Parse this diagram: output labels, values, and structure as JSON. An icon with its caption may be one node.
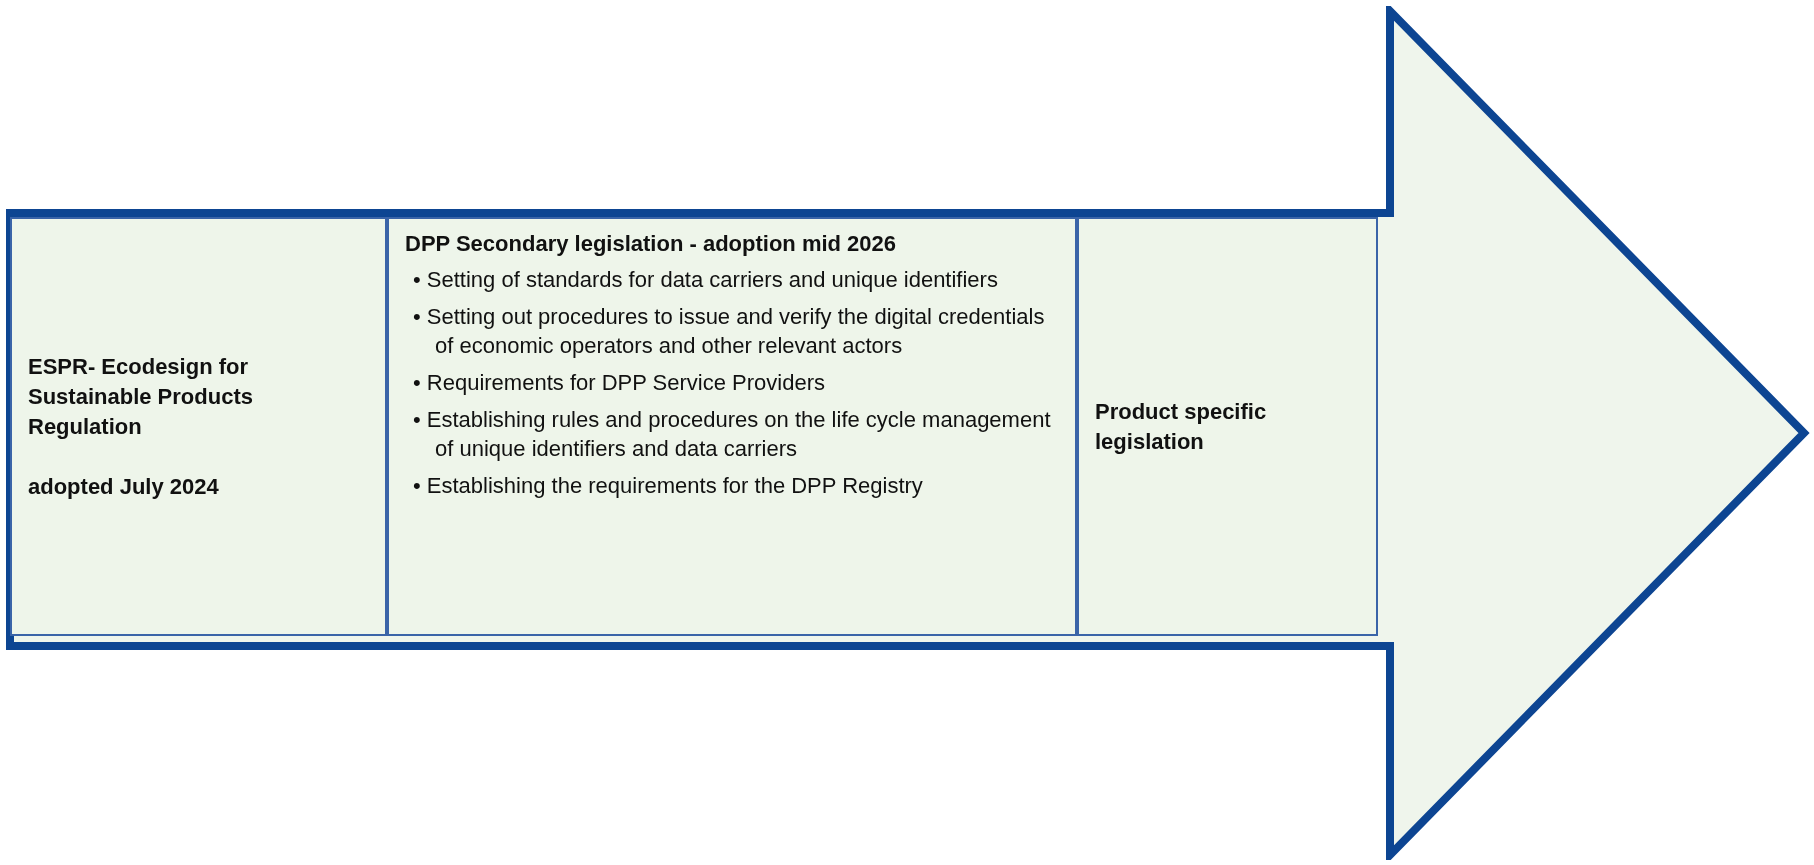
{
  "diagram": {
    "nodes": [
      {
        "text": [],
        "shape": "arrow"
      },
      {
        "text": [
          "ESPR- Ecodesign for Sustainable Products Regulation",
          "adopted July 2024"
        ],
        "in": 0
      },
      {
        "text": [
          "DPP Secondary legislation - adoption mid 2026",
          "• Setting of standards for data carriers and unique identifiers",
          "• Setting out procedures to issue and verify the digital credentials of economic operators and other relevant actors",
          "• Requirements for DPP Service Providers",
          "• Establishing rules and procedures on the life cycle management of unique identifiers and data carriers",
          "• Establishing the requirements for the DPP Registry"
        ],
        "in": 0
      },
      {
        "text": [
          "Product specific legislation"
        ],
        "in": 0
      }
    ]
  }
}
